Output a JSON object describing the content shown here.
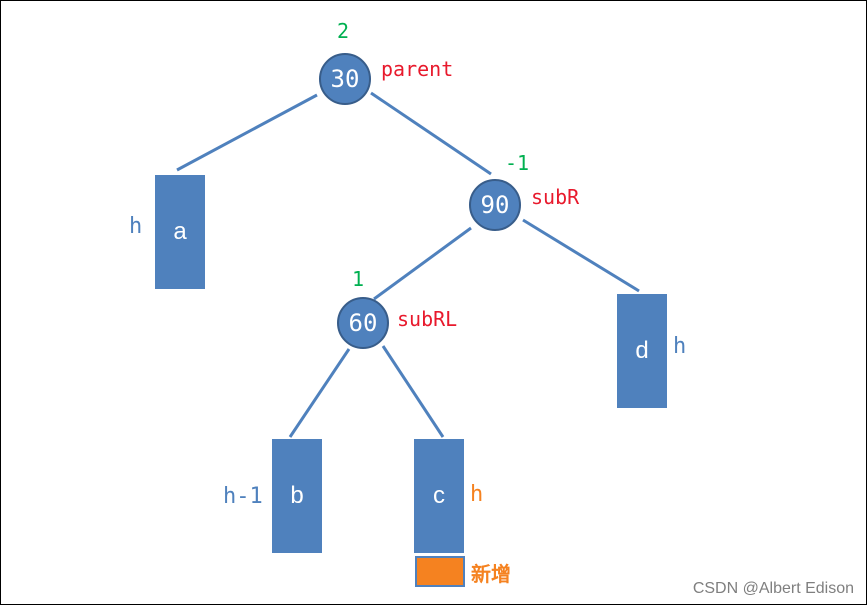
{
  "nodes": {
    "root": {
      "value": "30",
      "balance_factor": "2",
      "role": "parent"
    },
    "right": {
      "value": "90",
      "balance_factor": "-1",
      "role": "subR"
    },
    "right_left": {
      "value": "60",
      "balance_factor": "1",
      "role": "subRL"
    }
  },
  "subtrees": {
    "a": {
      "label": "a",
      "height": "h"
    },
    "b": {
      "label": "b",
      "height": "h-1"
    },
    "c": {
      "label": "c",
      "height": "h"
    },
    "d": {
      "label": "d",
      "height": "h"
    }
  },
  "new_node_label": "新增",
  "colors": {
    "node_fill": "#4f81bd",
    "balance_factor": "#00b050",
    "role_label": "#e8192c",
    "new_node": "#f58220",
    "edge": "#4f81bd"
  },
  "watermark": "CSDN @Albert Edison"
}
